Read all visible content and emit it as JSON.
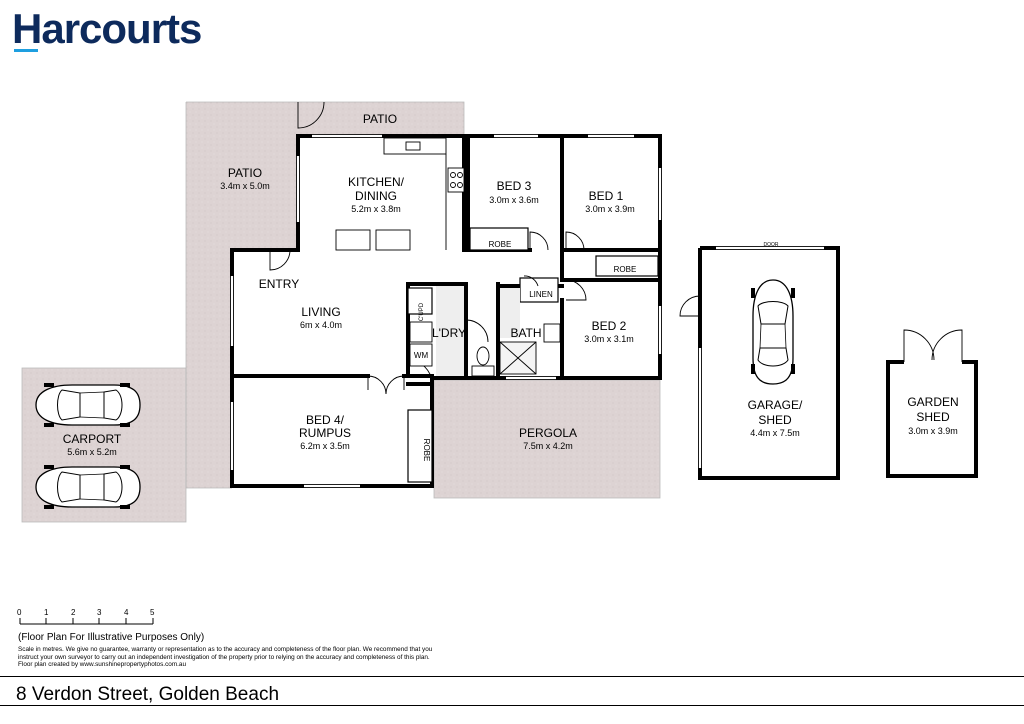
{
  "brand": {
    "name": "Harcourts",
    "accent": "#1e9fe0",
    "color": "#0d2a5c"
  },
  "rooms": {
    "patio_top": {
      "name": "PATIO"
    },
    "patio_left": {
      "name": "PATIO",
      "size": "3.4m x 5.0m"
    },
    "kitchen": {
      "name_line1": "KITCHEN/",
      "name_line2": "DINING",
      "size": "5.2m x 3.8m"
    },
    "bed3": {
      "name": "BED 3",
      "size": "3.0m x 3.6m",
      "robe": "ROBE"
    },
    "bed1": {
      "name": "BED 1",
      "size": "3.0m x 3.9m",
      "robe": "ROBE"
    },
    "entry": {
      "name": "ENTRY"
    },
    "living": {
      "name": "LIVING",
      "size": "6m x 4.0m"
    },
    "cupd": {
      "name": "C'UPD"
    },
    "ldry": {
      "name": "L'DRY",
      "wm": "WM"
    },
    "linen": {
      "name": "LINEN"
    },
    "bath": {
      "name": "BATH"
    },
    "bed2": {
      "name": "BED 2",
      "size": "3.0m x 3.1m"
    },
    "bed4": {
      "name_line1": "BED 4/",
      "name_line2": "RUMPUS",
      "size": "6.2m x 3.5m",
      "robe": "ROBE"
    },
    "pergola": {
      "name": "PERGOLA",
      "size": "7.5m x 4.2m"
    },
    "carport": {
      "name": "CARPORT",
      "size": "5.6m x 5.2m"
    },
    "garage": {
      "name_line1": "GARAGE/",
      "name_line2": "SHED",
      "size": "4.4m x 7.5m",
      "door": "DOOR"
    },
    "garden_shed": {
      "name_line1": "GARDEN",
      "name_line2": "SHED",
      "size": "3.0m x 3.9m"
    }
  },
  "scale": {
    "ticks": [
      "0",
      "1",
      "2",
      "3",
      "4",
      "5"
    ]
  },
  "disclaimer": {
    "heading": "(Floor Plan For Illustrative Purposes Only)",
    "text": "Scale in metres. We give no guarantee, warranty or representation as to the accuracy and completeness of the floor plan. We recommend that you instruct your own surveyor to carry out an independent investigation of the property prior to relying on the accuracy and completeness of this plan. Floor plan created by www.sunshinepropertyphotos.com.au"
  },
  "address": "8 Verdon Street, Golden Beach",
  "colors": {
    "outdoor_fill": "#ddd3d3",
    "wall": "#000000"
  }
}
